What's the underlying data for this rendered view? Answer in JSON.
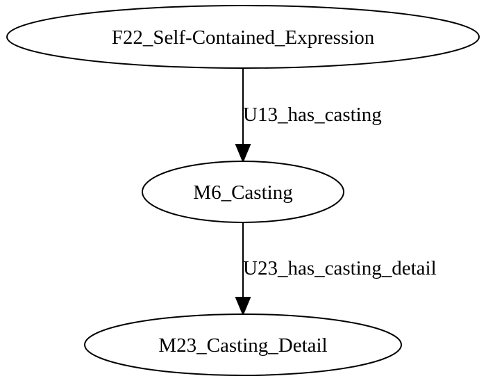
{
  "diagram": {
    "type": "directed-graph",
    "nodes": [
      {
        "id": "f22",
        "label": "F22_Self-Contained_Expression",
        "shape": "ellipse"
      },
      {
        "id": "m6",
        "label": "M6_Casting",
        "shape": "ellipse"
      },
      {
        "id": "m23",
        "label": "M23_Casting_Detail",
        "shape": "ellipse"
      }
    ],
    "edges": [
      {
        "from": "f22",
        "to": "m6",
        "label": "U13_has_casting"
      },
      {
        "from": "m6",
        "to": "m23",
        "label": "U23_has_casting_detail"
      }
    ]
  },
  "colors": {
    "stroke": "#000000",
    "background": "#ffffff",
    "text": "#000000"
  }
}
